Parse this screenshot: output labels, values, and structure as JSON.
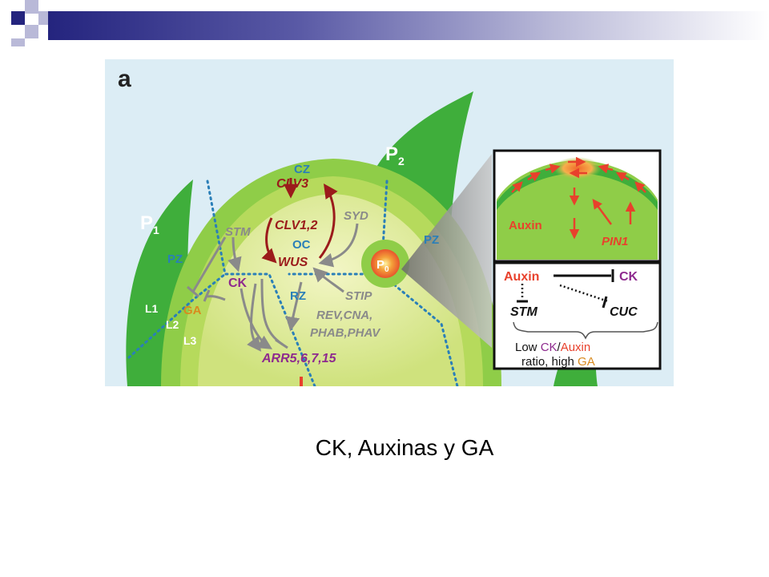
{
  "panel_label": "a",
  "caption": "CK, Auxinas y GA",
  "zones": {
    "cz": "CZ",
    "pz_left": "PZ",
    "pz_right": "PZ",
    "oc": "OC",
    "rz": "RZ"
  },
  "primordia": {
    "p1": "P",
    "p1_sub": "1",
    "p2": "P",
    "p2_sub": "2",
    "p0": "P",
    "p0_sub": "0"
  },
  "layers": [
    "L1",
    "L2",
    "L3"
  ],
  "genes": {
    "clv3": "CLV3",
    "clv12": "CLV1,2",
    "wus": "WUS",
    "syd": "SYD",
    "stm": "STM",
    "ck": "CK",
    "ga": "GA",
    "stip": "STIP",
    "rev": "REV,CNA,",
    "phab": "PHAB,PHAV",
    "arr": "ARR5,6,7,15"
  },
  "inset_top": {
    "auxin": "Auxin",
    "pin1": "PIN1"
  },
  "inset_bottom": {
    "auxin": "Auxin",
    "ck": "CK",
    "stm": "STM",
    "cuc": "CUC",
    "text1_a": "Low ",
    "text1_ck": "CK",
    "text1_slash": "/",
    "text1_auxin": "Auxin",
    "text2_a": "ratio, high ",
    "text2_ga": "GA"
  },
  "colors": {
    "clv_red": "#9b1b1b",
    "zone_blue": "#2a7fb8",
    "gene_gray": "#8a8a8a",
    "ck_purple": "#8e2a8e",
    "ga_orange": "#d88a1e",
    "auxin_red": "#e8412c"
  }
}
